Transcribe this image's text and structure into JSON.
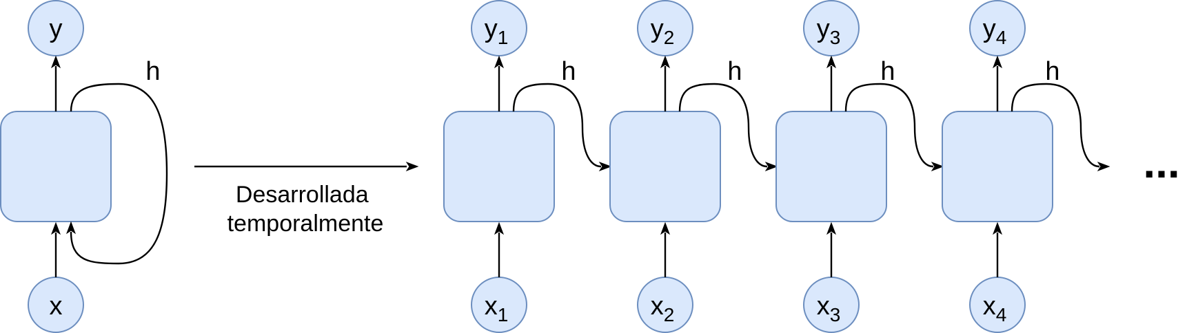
{
  "folded": {
    "output": {
      "main": "y",
      "sub": ""
    },
    "input": {
      "main": "x",
      "sub": ""
    },
    "hidden_label": "h"
  },
  "unroll_caption": [
    "Desarrollada",
    "temporalmente"
  ],
  "unrolled": [
    {
      "output": {
        "main": "y",
        "sub": "1"
      },
      "input": {
        "main": "x",
        "sub": "1"
      },
      "hidden_label": "h"
    },
    {
      "output": {
        "main": "y",
        "sub": "2"
      },
      "input": {
        "main": "x",
        "sub": "2"
      },
      "hidden_label": "h"
    },
    {
      "output": {
        "main": "y",
        "sub": "3"
      },
      "input": {
        "main": "x",
        "sub": "3"
      },
      "hidden_label": "h"
    },
    {
      "output": {
        "main": "y",
        "sub": "4"
      },
      "input": {
        "main": "x",
        "sub": "4"
      },
      "hidden_label": "h"
    }
  ],
  "continuation": "...",
  "colors": {
    "fill": "#dae8fc",
    "stroke": "#6c8ebf",
    "arrow": "#000000"
  }
}
